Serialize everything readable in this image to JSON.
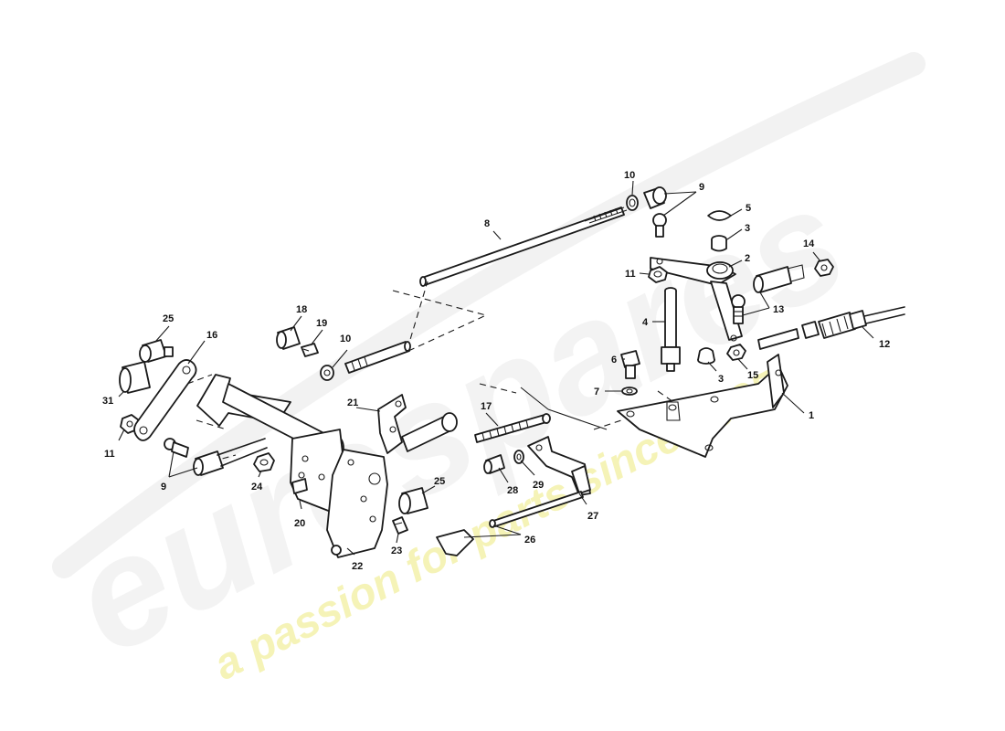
{
  "watermark": {
    "brand": "eurospares",
    "tagline": "a passion for parts since 1985",
    "brand_color": "#d8d8d8",
    "tagline_color": "#f3ef9a"
  },
  "callouts": {
    "c1": "1",
    "c2": "2",
    "c3a": "3",
    "c3b": "3",
    "c4": "4",
    "c5": "5",
    "c6": "6",
    "c7": "7",
    "c8": "8",
    "c9a": "9",
    "c9b": "9",
    "c10a": "10",
    "c10b": "10",
    "c11a": "11",
    "c11b": "11",
    "c12": "12",
    "c13": "13",
    "c14": "14",
    "c15": "15",
    "c16": "16",
    "c17": "17",
    "c18": "18",
    "c19": "19",
    "c20": "20",
    "c21": "21",
    "c22": "22",
    "c23": "23",
    "c24": "24",
    "c25a": "25",
    "c25b": "25",
    "c26": "26",
    "c27": "27",
    "c28": "28",
    "c29": "29",
    "c31": "31"
  }
}
